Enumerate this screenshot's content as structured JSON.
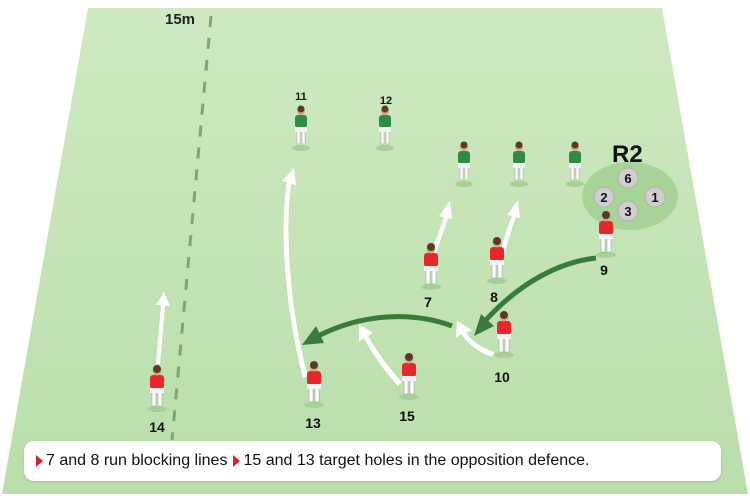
{
  "field": {
    "line_label": "15m",
    "colors": {
      "pitch": "#c2e3b4",
      "line": "#7fa86f",
      "arrow_white": "#ffffff",
      "arrow_green": "#3a7a3a",
      "attacker": "#e8262b",
      "defender": "#2f8b45",
      "ruck": "#a9d498",
      "ruck_player": "#c8c8c8"
    }
  },
  "ruck": {
    "label": "R2",
    "players": [
      "6",
      "2",
      "1",
      "3"
    ]
  },
  "defenders": [
    "11",
    "12"
  ],
  "attackers": [
    {
      "number": "9"
    },
    {
      "number": "10"
    },
    {
      "number": "7"
    },
    {
      "number": "8"
    },
    {
      "number": "15"
    },
    {
      "number": "13"
    },
    {
      "number": "14"
    }
  ],
  "caption": {
    "part1": "7 and 8 run blocking lines",
    "part2": "15 and 13 target holes in the opposition defence."
  }
}
